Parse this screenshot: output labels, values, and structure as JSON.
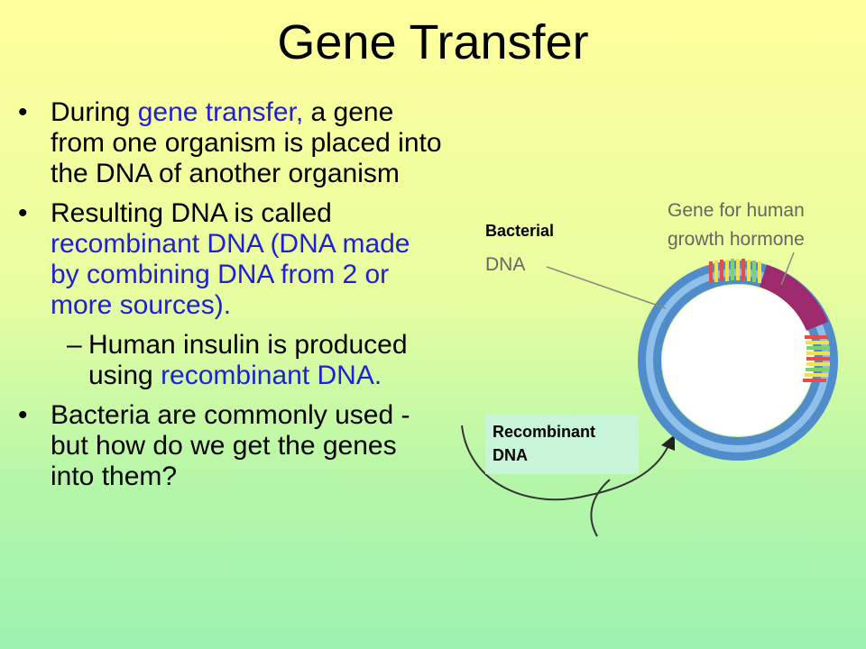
{
  "title": "Gene Transfer",
  "bullets": [
    {
      "lead": "During ",
      "highlight": "gene transfer,",
      "rest": " a gene from one organism is placed into the DNA of another organism"
    },
    {
      "lead": "Resulting DNA is called ",
      "highlight": "recombinant DNA (DNA made by combining DNA from 2 or more sources)."
    }
  ],
  "sub_bullet": {
    "lead": "Human insulin is produced using ",
    "highlight": "recombinant DNA."
  },
  "last_bullet": "Bacteria are commonly used - but how do we get the genes into them?",
  "diagram": {
    "label_bacterial": "Bacterial",
    "label_dna": "DNA",
    "gene_line1": "Gene for human",
    "gene_line2": "growth hormone",
    "recombinant_line1": "Recombinant",
    "recombinant_line2": "DNA"
  },
  "colors": {
    "highlight": "#1f1fd6",
    "plasmid": "#5b9ad5",
    "gene_segment": "#9e2a6e"
  }
}
